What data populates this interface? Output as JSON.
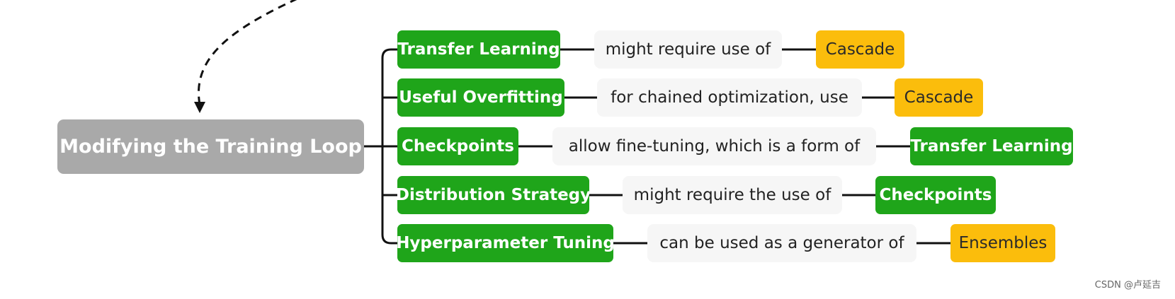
{
  "root": {
    "label": "Modifying the Training Loop"
  },
  "rows": [
    {
      "source": "Transfer Learning",
      "relation": "might require use of",
      "target": "Cascade",
      "target_color": "#fbbd0c"
    },
    {
      "source": "Useful Overfitting",
      "relation": "for chained optimization, use",
      "target": "Cascade",
      "target_color": "#fbbd0c"
    },
    {
      "source": "Checkpoints",
      "relation": "allow fine-tuning, which is a form of",
      "target": "Transfer Learning",
      "target_color": "#1fa51a"
    },
    {
      "source": "Distribution Strategy",
      "relation": "might require the use of",
      "target": "Checkpoints",
      "target_color": "#1fa51a"
    },
    {
      "source": "Hyperparameter Tuning",
      "relation": "can be used as a generator of",
      "target": "Ensembles",
      "target_color": "#fbbd0c"
    }
  ],
  "colors": {
    "root": "#a9a9a9",
    "concept": "#1fa51a",
    "highlight": "#fbbd0c",
    "relation_bg": "#f6f6f6",
    "line": "#111111"
  },
  "watermark": "CSDN @卢延吉"
}
